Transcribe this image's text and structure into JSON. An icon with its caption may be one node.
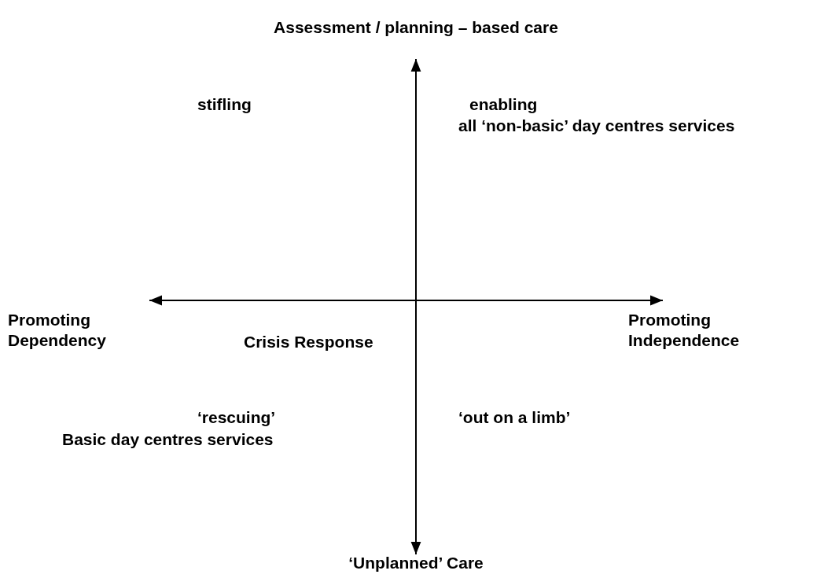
{
  "diagram": {
    "labels": [
      "Assessment / planning – based care",
      "stifling",
      "enabling",
      "all ‘non-basic’ day centres services",
      "Promoting Dependency",
      "Crisis Response",
      "Promoting Independence",
      "‘rescuing’",
      "Basic day centres services",
      "‘out on a limb’",
      "‘Unplanned’ Care"
    ]
  }
}
